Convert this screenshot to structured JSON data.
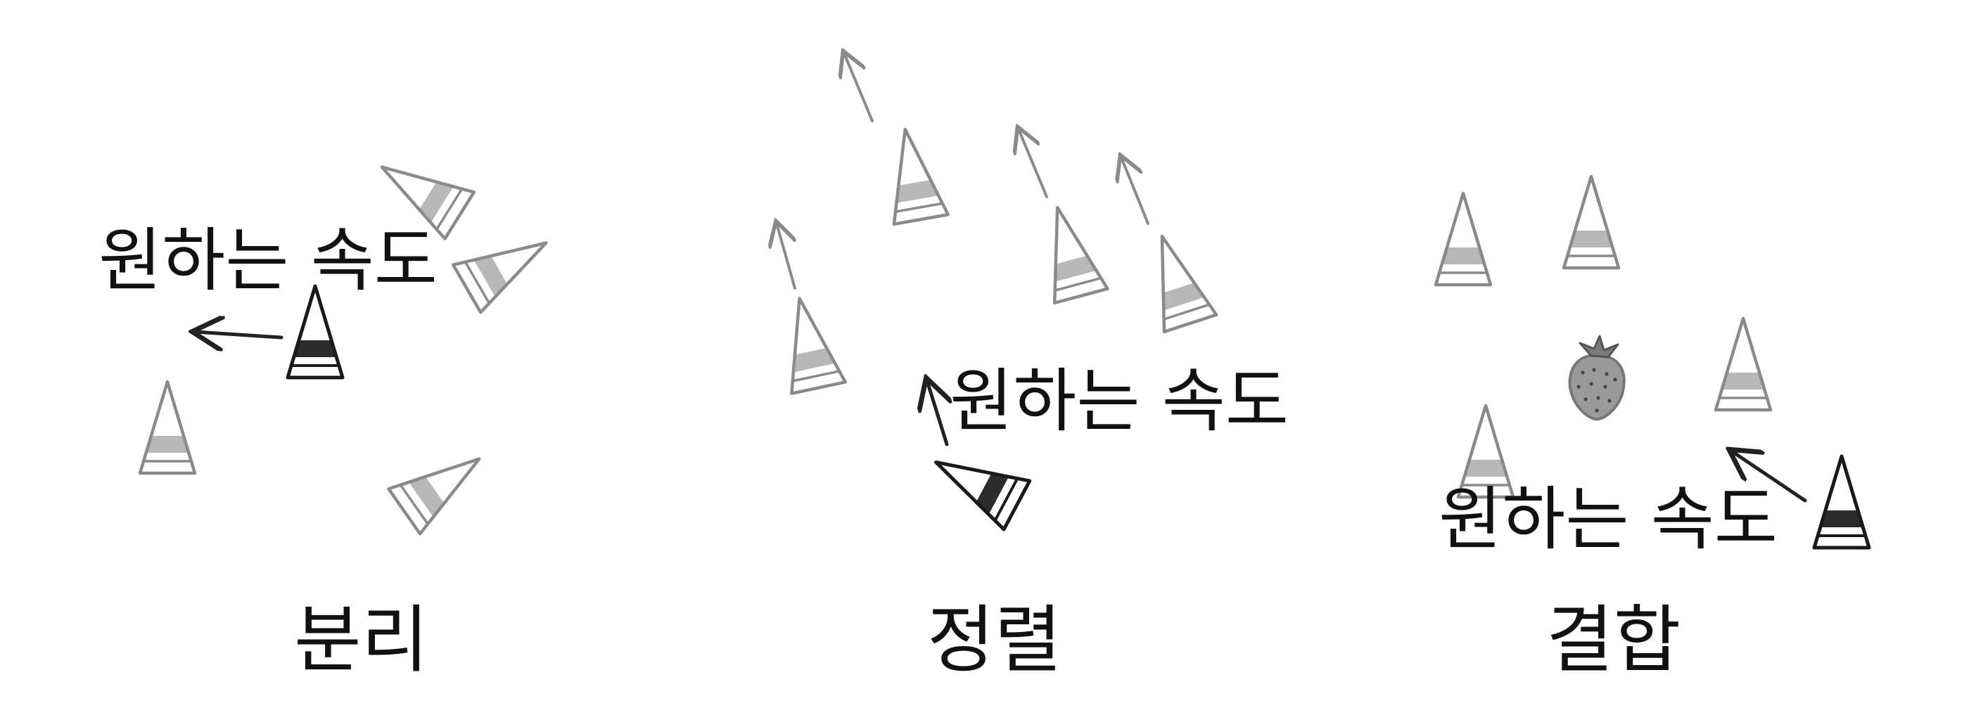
{
  "panels": [
    {
      "id": "separation",
      "title": "분리",
      "velocity_label": "원하는 속도"
    },
    {
      "id": "alignment",
      "title": "정렬",
      "velocity_label": "원하는 속도"
    },
    {
      "id": "cohesion",
      "title": "결합",
      "velocity_label": "원하는 속도"
    }
  ],
  "colors": {
    "focus_boid": "#1a1a1a",
    "focus_band": "#2b2b2b",
    "neighbor_boid": "#8a8a8a",
    "neighbor_band": "#b8b8b8",
    "arrow": "#222222",
    "neighbor_arrow": "#8a8a8a",
    "target": "#777777"
  },
  "icons": [
    "boid-triangle",
    "velocity-arrow",
    "strawberry-icon"
  ]
}
